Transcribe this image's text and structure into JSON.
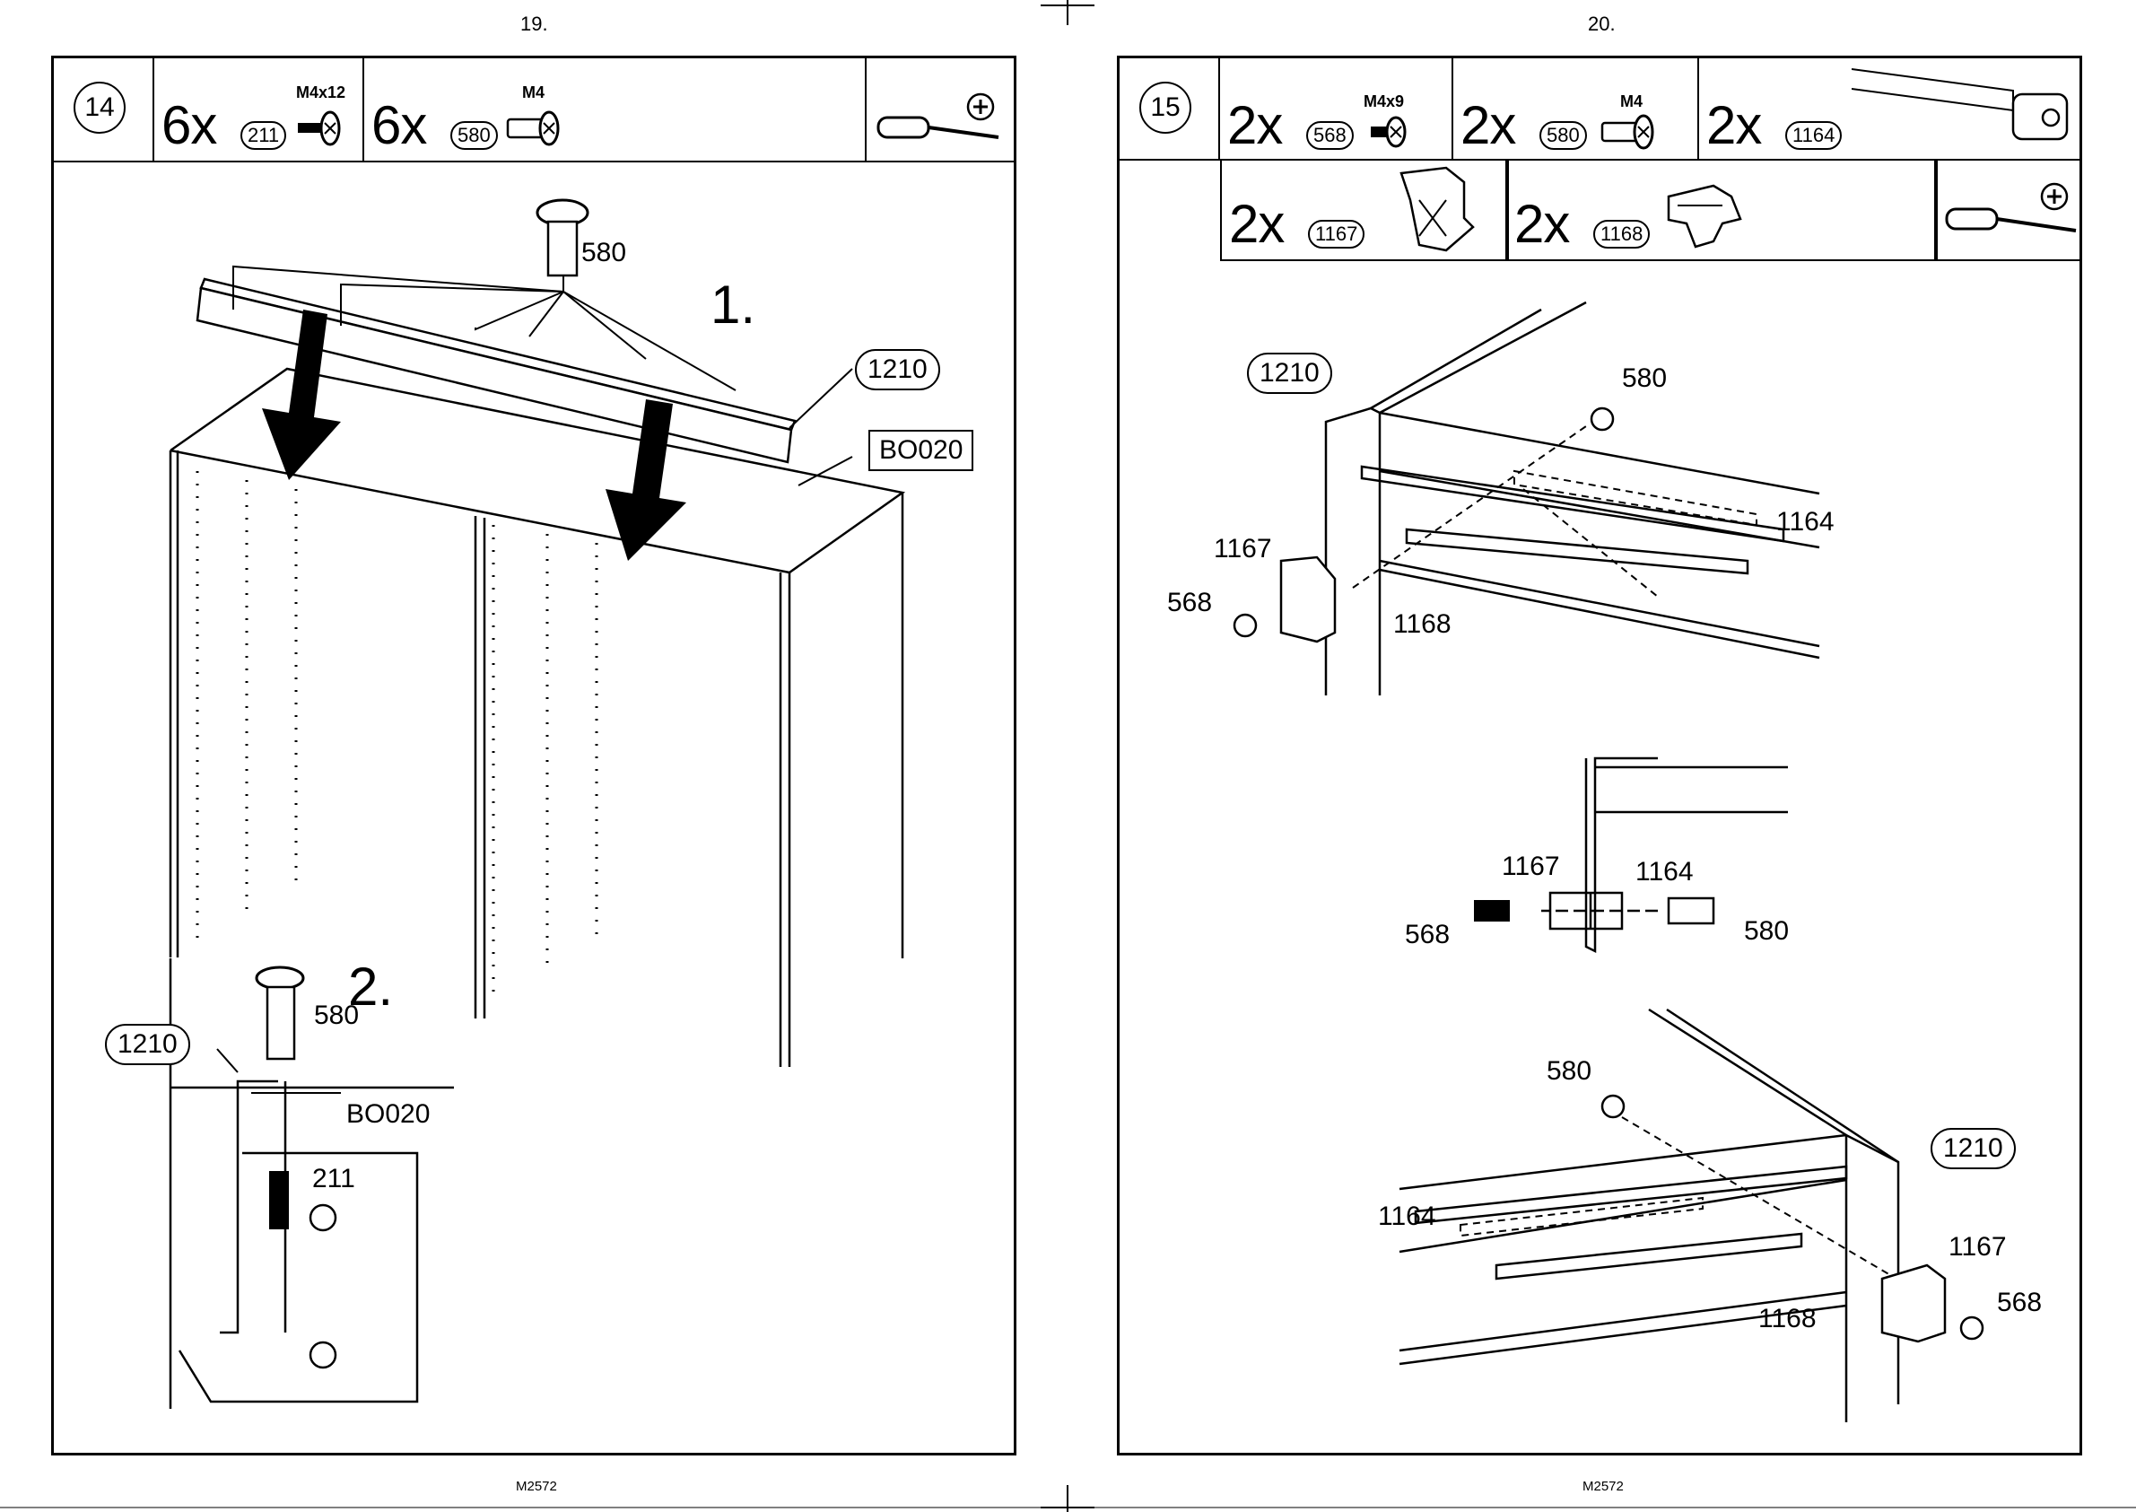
{
  "page_left": {
    "page_number": "19.",
    "footer": "M2572",
    "step": "14",
    "parts": [
      {
        "qty": "6x",
        "code": "211",
        "spec": "M4x12"
      },
      {
        "qty": "6x",
        "code": "580",
        "spec": "M4"
      }
    ],
    "tool": "screwdriver-phillips",
    "substep1": "1.",
    "substep2": "2.",
    "labels": {
      "part_580_a": "580",
      "rail": "1210",
      "panel": "BO020",
      "part_580_b": "580",
      "rail_b": "1210",
      "panel_b": "BO020",
      "screw": "211"
    }
  },
  "page_right": {
    "page_number": "20.",
    "footer": "M2572",
    "step": "15",
    "parts_row1": [
      {
        "qty": "2x",
        "code": "568",
        "spec": "M4x9"
      },
      {
        "qty": "2x",
        "code": "580",
        "spec": "M4"
      },
      {
        "qty": "2x",
        "code": "1164",
        "spec": ""
      }
    ],
    "parts_row2": [
      {
        "qty": "2x",
        "code": "1167"
      },
      {
        "qty": "2x",
        "code": "1168"
      }
    ],
    "tool": "screwdriver-phillips",
    "top_labels": {
      "rail": "1210",
      "p580": "580",
      "p1164": "1164",
      "p1167": "1167",
      "p568": "568",
      "p1168": "1168"
    },
    "mid_labels": {
      "p1167": "1167",
      "p1164": "1164",
      "p568": "568",
      "p580": "580"
    },
    "bot_labels": {
      "p580": "580",
      "rail": "1210",
      "p1164": "1164",
      "p1167": "1167",
      "p568": "568",
      "p1168": "1168"
    }
  }
}
